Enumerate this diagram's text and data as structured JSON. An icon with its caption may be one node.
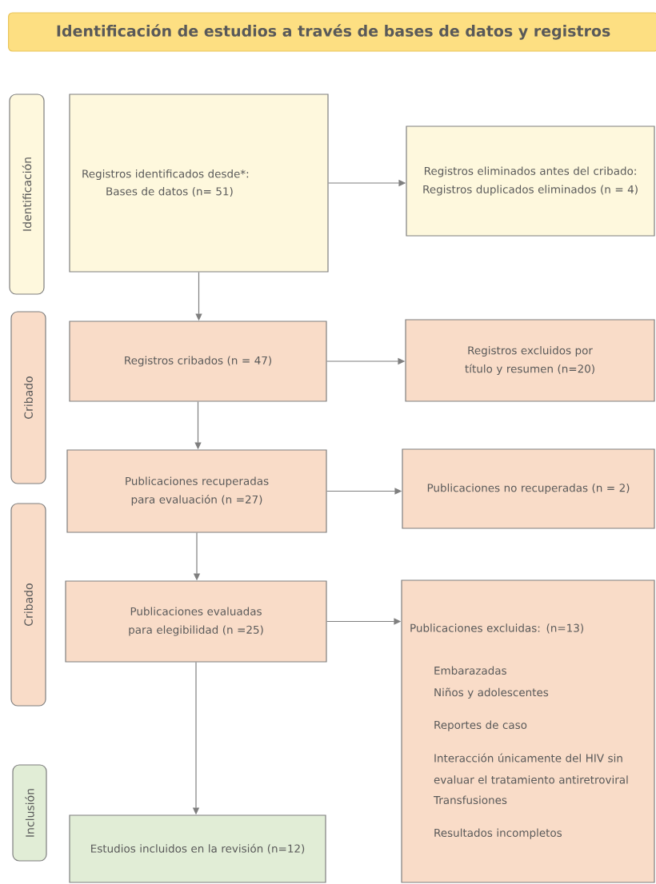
{
  "diagram": {
    "title": "Identificación de estudios a través de bases de datos y registros",
    "nodes": [
      {
        "text": [
          "Identificación"
        ]
      },
      {
        "text": [
          "Cribado"
        ]
      },
      {
        "text": [
          "Cribado"
        ]
      },
      {
        "text": [
          "Inclusión"
        ]
      },
      {
        "text": [
          "Registros identificados desde*:",
          "Bases de datos (n= 51)"
        ]
      },
      {
        "text": [
          "Registros eliminados antes del cribado:",
          "Registros duplicados eliminados (n = 4)"
        ]
      },
      {
        "text": [
          "Registros cribados (n = 47)"
        ]
      },
      {
        "text": [
          "Registros excluidos por título y resumen (n=20)"
        ]
      },
      {
        "text": [
          "Publicaciones recuperadas para evaluación (n =27)"
        ]
      },
      {
        "text": [
          "Publicaciones no recuperadas (n = 2)"
        ]
      },
      {
        "text": [
          "Publicaciones evaluadas para elegibilidad (n =25)"
        ]
      },
      {
        "text": [
          "Publicaciones excluidas: (n=13)",
          "Embarazadas",
          "Niños y adolescentes",
          "Reportes de caso",
          "Interacción únicamente del HIV sin evaluar el tratamiento antiretroviral",
          "Transfusiones",
          "Resultados incompletos"
        ]
      },
      {
        "text": [
          "Estudios incluidos en la revisión (n=12)"
        ]
      }
    ],
    "edges": [
      {
        "from": 4,
        "to": 5,
        "arrow": "to"
      },
      {
        "from": 4,
        "to": 6,
        "arrow": "to"
      },
      {
        "from": 6,
        "to": 7,
        "arrow": "to"
      },
      {
        "from": 6,
        "to": 8,
        "arrow": "to"
      },
      {
        "from": 8,
        "to": 9,
        "arrow": "to"
      },
      {
        "from": 8,
        "to": 10,
        "arrow": "to"
      },
      {
        "from": 10,
        "to": 11,
        "arrow": "to"
      },
      {
        "from": 10,
        "to": 12,
        "arrow": "to"
      }
    ]
  }
}
